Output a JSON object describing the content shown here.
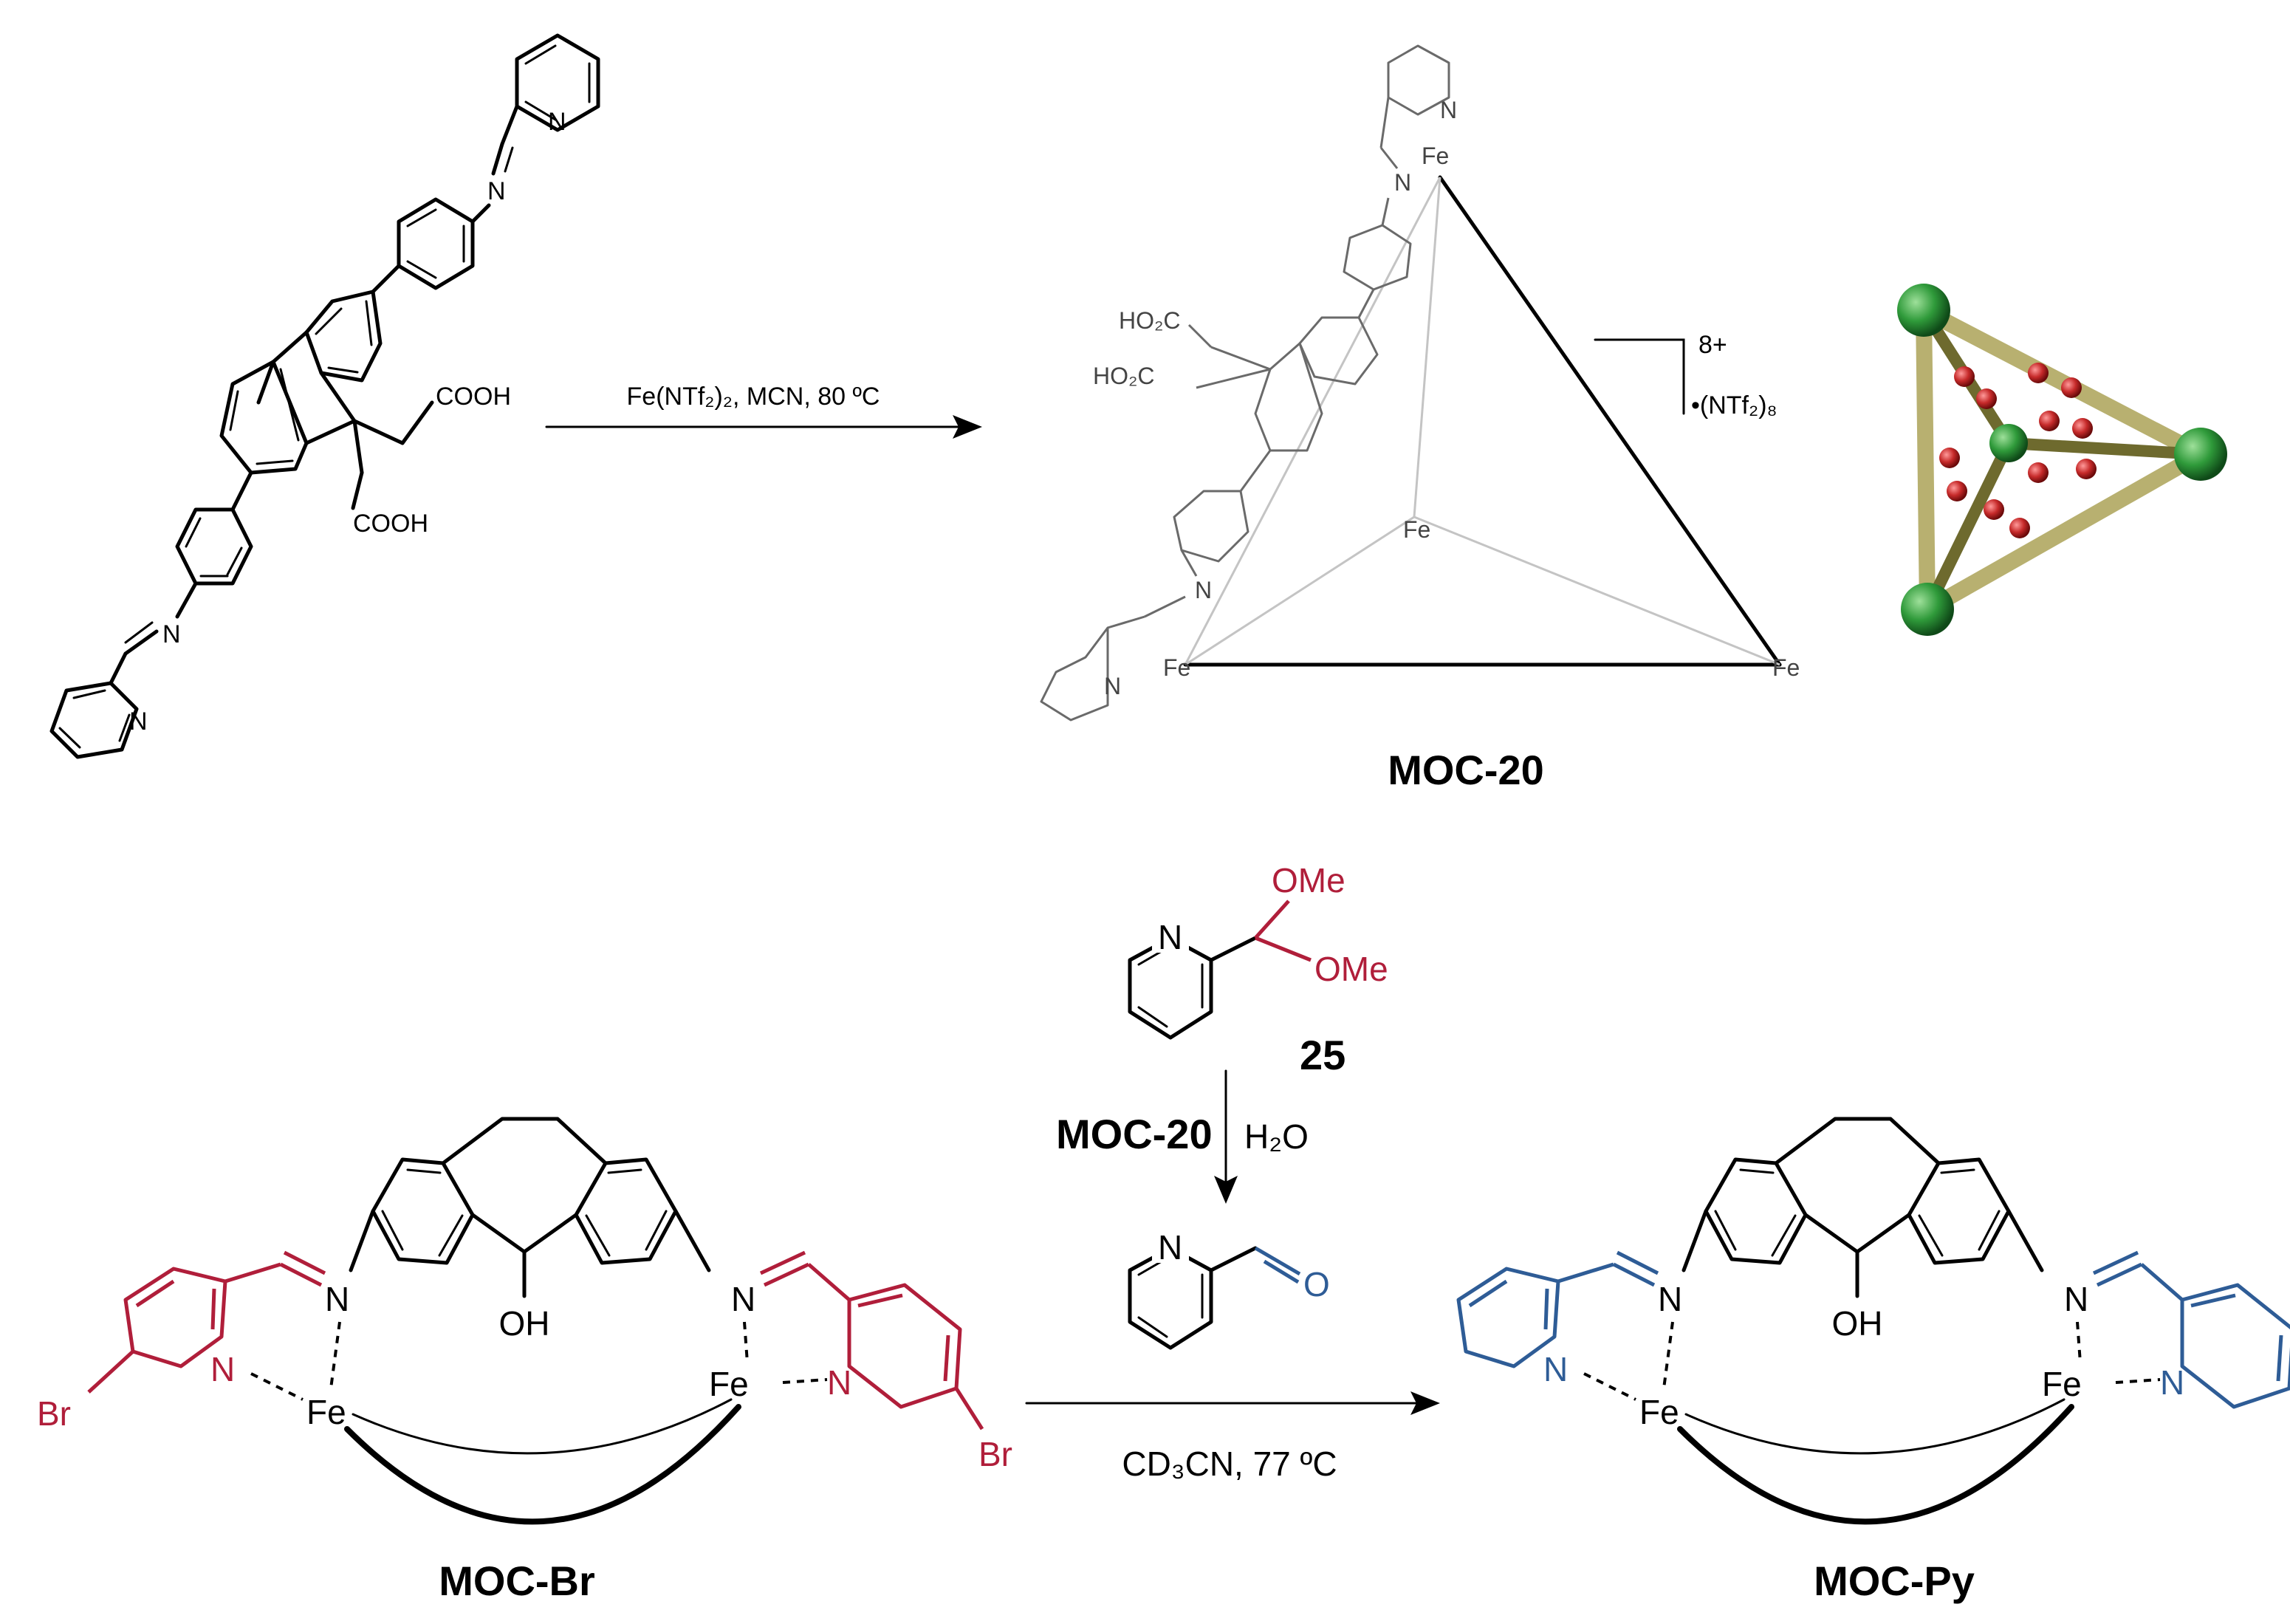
{
  "colors": {
    "bromo_pyridine": "#b01e3a",
    "pyridyl_aldehyde": "#2e5c96",
    "fe_sphere": "#2f9a3a",
    "o_sphere": "#c62a2a",
    "cage_rod": "#b8b070"
  },
  "ligand": {
    "cooh_top": "COOH",
    "cooh_bottom": "COOH",
    "n_top_pyridine": "N",
    "n_top_imine": "N",
    "n_bottom_imine": "N",
    "n_bottom_pyridine": "N"
  },
  "step1": {
    "conditions": "Fe(NTf₂)₂, MCN, 80 ºC"
  },
  "moc20": {
    "name": "MOC-20",
    "charge": "8+",
    "counterion": "•(NTf₂)₈",
    "fe_top": "Fe",
    "fe_center": "Fe",
    "fe_left": "Fe",
    "fe_right": "Fe",
    "co2h_upper": "HO₂C",
    "co2h_lower": "HO₂C",
    "n_pyridine": "N",
    "n_imine_top": "N",
    "n_imine_bottom": "N",
    "n_pyridine_bottom": "N"
  },
  "reagent": {
    "ome_top": "OMe",
    "ome_bottom": "OMe",
    "n": "N",
    "compound_number": "25",
    "catalyst": "MOC-20",
    "water": "H₂O"
  },
  "aldehyde": {
    "n": "N",
    "o": "O"
  },
  "step2": {
    "conditions": "CD₃CN, 77 ºC"
  },
  "moc_br": {
    "name": "MOC-Br",
    "br_left": "Br",
    "br_right": "Br",
    "n_left_py": "N",
    "n_left_imine": "N",
    "n_right_imine": "N",
    "n_right_py": "N",
    "fe_left": "Fe",
    "fe_right": "Fe",
    "oh": "OH"
  },
  "moc_py": {
    "name": "MOC-Py",
    "n_left_py": "N",
    "n_left_imine": "N",
    "n_right_imine": "N",
    "n_right_py": "N",
    "fe_left": "Fe",
    "fe_right": "Fe",
    "oh": "OH"
  }
}
